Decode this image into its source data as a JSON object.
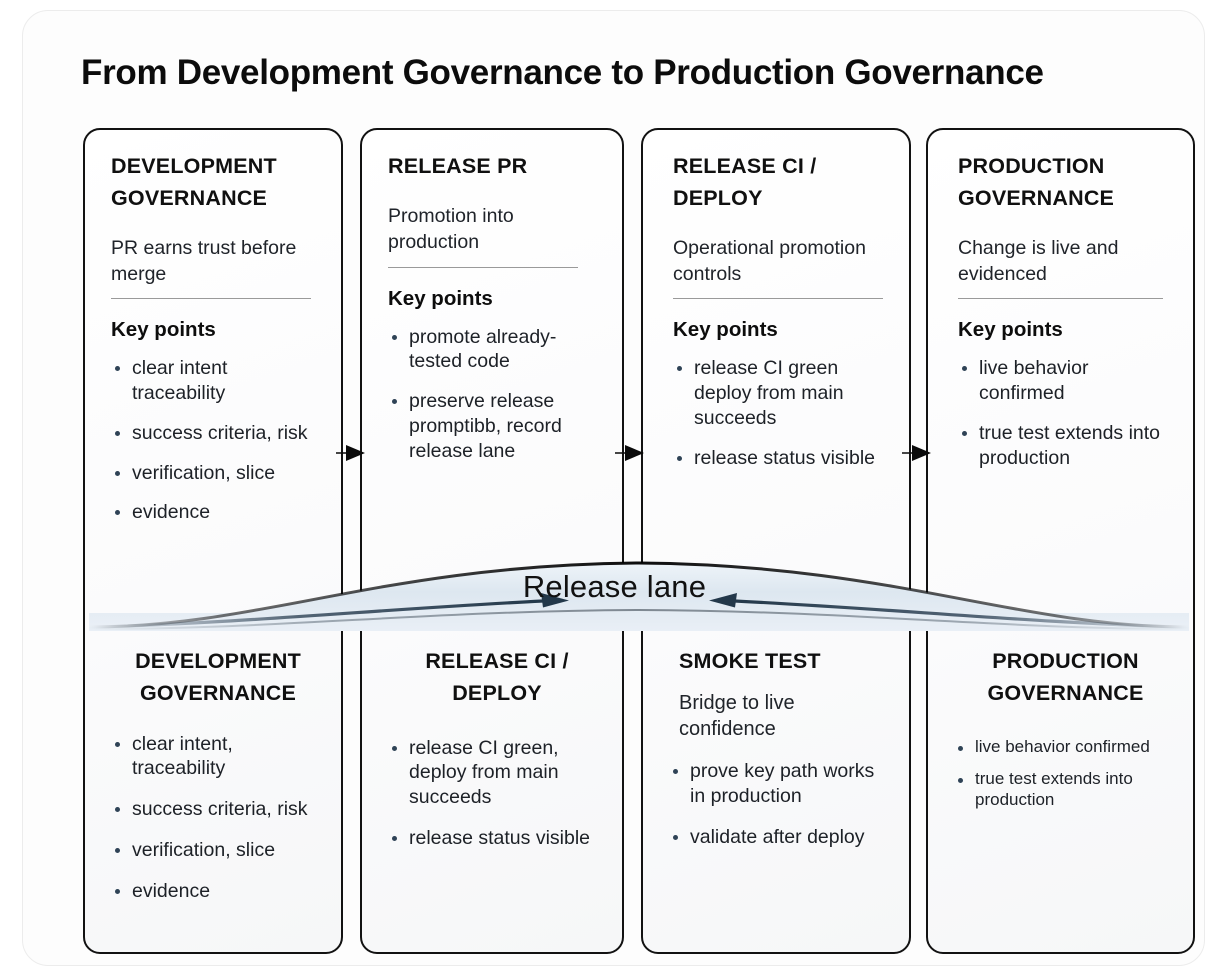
{
  "page": {
    "title": "From Development Governance to Production Governance",
    "lane_label": "Release lane",
    "keypoints_label": "Key points",
    "accent_color": "#2f4356",
    "lane_fill_from": "#dde6ee",
    "lane_fill_to": "#f3f7fb",
    "card_border_color": "#121212"
  },
  "top_row": [
    {
      "title": "DEVELOPMENT GOVERNANCE",
      "subtitle": "PR earns trust before merge",
      "keypoints_label": "Key points",
      "points": [
        "clear intent traceability",
        "success criteria, risk",
        "verification, slice",
        "evidence"
      ]
    },
    {
      "title": "RELEASE PR",
      "subtitle": "Promotion into production",
      "keypoints_label": "Key points",
      "points": [
        "promote already-tested code",
        "preserve release promptibb, record release lane"
      ]
    },
    {
      "title": "RELEASE CI / DEPLOY",
      "subtitle": "Operational promotion controls",
      "keypoints_label": "Key points",
      "points": [
        "release CI green deploy from main succeeds",
        "release status visible"
      ]
    },
    {
      "title": "PRODUCTION GOVERNANCE",
      "subtitle": "Change is live and evidenced",
      "keypoints_label": "Key points",
      "points": [
        "live behavior confirmed",
        "true test extends into production"
      ]
    }
  ],
  "bottom_row": [
    {
      "title": "DEVELOPMENT GOVERNANCE",
      "subtitle": "",
      "points": [
        "clear intent, traceability",
        "success criteria, risk",
        "verification, slice",
        "evidence"
      ]
    },
    {
      "title": "RELEASE CI / DEPLOY",
      "subtitle": "",
      "points": [
        "release CI green, deploy from main succeeds",
        "release status visible"
      ]
    },
    {
      "title": "SMOKE TEST",
      "subtitle": "Bridge to live confidence",
      "points": [
        "prove key path works in production",
        "validate after deploy"
      ]
    },
    {
      "title": "PRODUCTION GOVERNANCE",
      "subtitle": "",
      "points": [
        "live behavior confirmed",
        "true test extends into production"
      ]
    }
  ],
  "connectors": [
    {
      "name": "arrow-dev-to-release-pr",
      "direction": "right"
    },
    {
      "name": "arrow-release-pr-to-ci",
      "direction": "right"
    },
    {
      "name": "arrow-ci-to-production",
      "direction": "right"
    }
  ]
}
